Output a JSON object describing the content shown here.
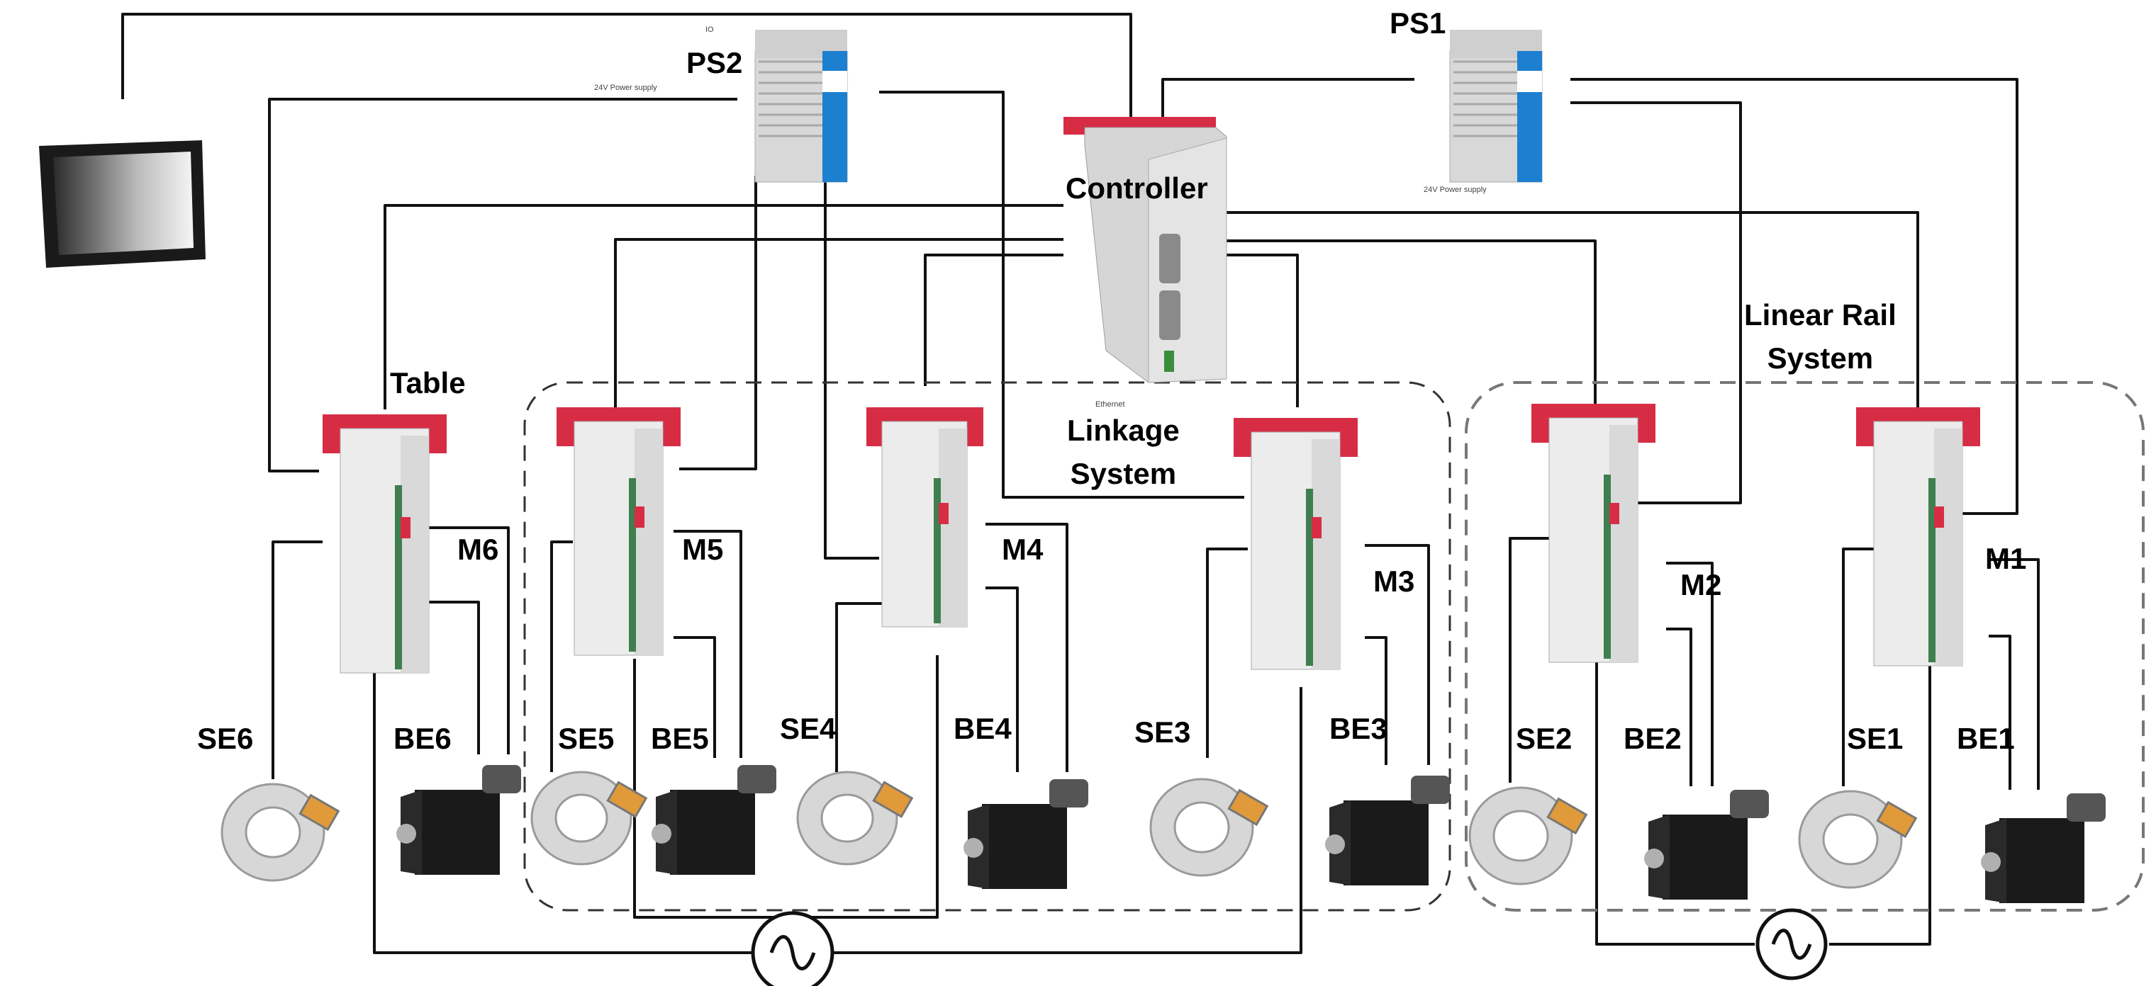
{
  "labels": {
    "ps1": "PS1",
    "ps2": "PS2",
    "controller": "Controller",
    "table": "Table",
    "linkage_line1": "Linkage",
    "linkage_line2": "System",
    "linear_line1": "Linear Rail",
    "linear_line2": "System",
    "motors": [
      "M1",
      "M2",
      "M3",
      "M4",
      "M5",
      "M6"
    ],
    "servo_encoders": [
      "SE1",
      "SE2",
      "SE3",
      "SE4",
      "SE5",
      "SE6"
    ],
    "brake_encoders": [
      "BE1",
      "BE2",
      "BE3",
      "BE4",
      "BE5",
      "BE6"
    ]
  },
  "small_text": {
    "ps2_caption": "24V Power supply",
    "ps1_caption": "24V Power supply",
    "controller_caption": "Ethernet",
    "top_cable": "IO"
  },
  "colors": {
    "wire": "#111111",
    "group_border": "#333333",
    "red_accent": "#d62d45",
    "drive_body": "#e9e9e9",
    "motor_body": "#1a1a1a",
    "psu_blue": "#1d7fd0"
  }
}
